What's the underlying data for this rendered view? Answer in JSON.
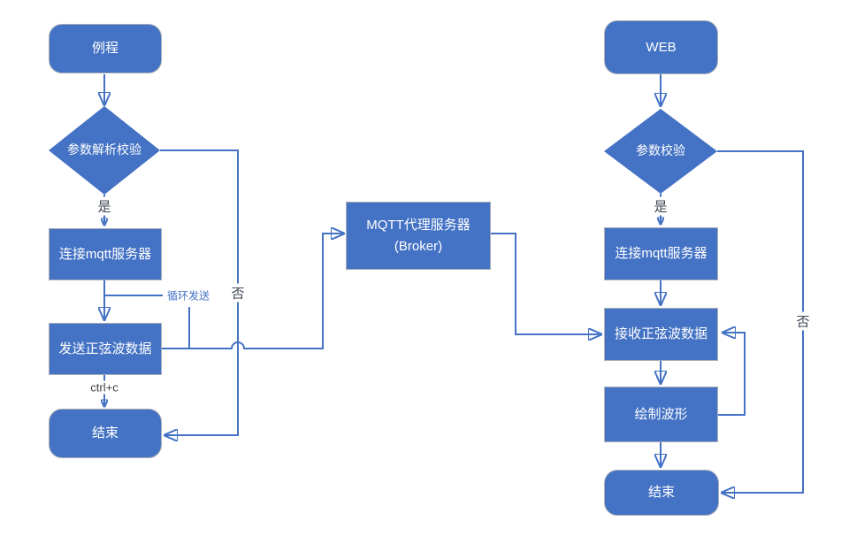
{
  "diagram_title": "MQTT sine-wave demo flowchart",
  "colors": {
    "shape_fill": "#4472C4",
    "shape_border": "#A8AEB6",
    "connector": "#4472C4",
    "shape_text": "#FFFFFF",
    "edge_label_dark": "#3F4652",
    "edge_label_blue": "#4472C4",
    "background": "#FFFFFF"
  },
  "left_flow": {
    "start": "例程",
    "decision": "参数解析校验",
    "yes_label": "是",
    "no_label": "否",
    "connect": "连接mqtt服务器",
    "loop_label": "循环发送",
    "send": "发送正弦波数据",
    "ctrl_label": "ctrl+c",
    "end": "结束"
  },
  "broker": {
    "line1": "MQTT代理服务器",
    "line2": "(Broker)"
  },
  "right_flow": {
    "start": "WEB",
    "decision": "参数校验",
    "yes_label": "是",
    "no_label": "否",
    "connect": "连接mqtt服务器",
    "receive": "接收正弦波数据",
    "draw": "绘制波形",
    "end": "结束"
  },
  "edges": [
    {
      "from": "left-start",
      "to": "left-decision",
      "label": ""
    },
    {
      "from": "left-decision",
      "to": "left-connect",
      "label": "是"
    },
    {
      "from": "left-decision",
      "to": "left-end",
      "label": "否"
    },
    {
      "from": "left-connect",
      "to": "left-send",
      "label": ""
    },
    {
      "from": "left-send",
      "to": "left-send",
      "label": "循环发送"
    },
    {
      "from": "left-send",
      "to": "broker",
      "label": ""
    },
    {
      "from": "left-send",
      "to": "left-end",
      "label": "ctrl+c"
    },
    {
      "from": "broker",
      "to": "right-receive",
      "label": ""
    },
    {
      "from": "right-start",
      "to": "right-decision",
      "label": ""
    },
    {
      "from": "right-decision",
      "to": "right-connect",
      "label": "是"
    },
    {
      "from": "right-decision",
      "to": "right-end",
      "label": "否"
    },
    {
      "from": "right-connect",
      "to": "right-receive",
      "label": ""
    },
    {
      "from": "right-receive",
      "to": "right-draw",
      "label": ""
    },
    {
      "from": "right-draw",
      "to": "right-receive",
      "label": ""
    },
    {
      "from": "right-draw",
      "to": "right-end",
      "label": ""
    }
  ]
}
